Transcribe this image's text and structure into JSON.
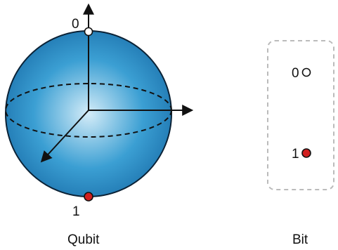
{
  "qubit": {
    "caption": "Qubit",
    "top_state_label": "0",
    "bottom_state_label": "1"
  },
  "bit": {
    "caption": "Bit",
    "state_0_label": "0",
    "state_1_label": "1"
  },
  "colors": {
    "sphere_center": "#d4ecf8",
    "sphere_mid": "#3b9fd3",
    "sphere_edge": "#1f76b0",
    "sphere_outline": "#0b2236",
    "axis": "#111111",
    "state_1_fill": "#d11f1f",
    "state_0_fill": "#ffffff",
    "bit_box_border": "#bbbbbb"
  },
  "icons": {
    "qubit": "bloch-sphere",
    "state_0": "hollow-circle",
    "state_1": "filled-red-circle"
  }
}
